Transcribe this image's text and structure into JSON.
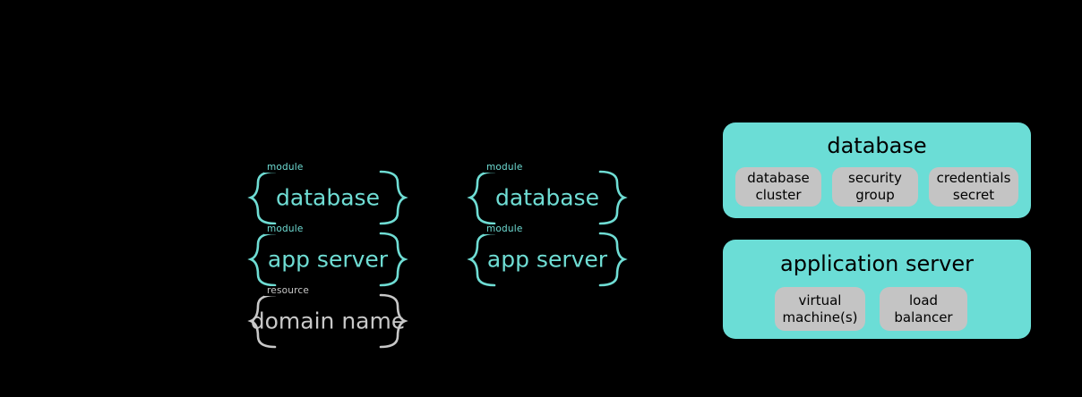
{
  "diagram": {
    "background_color": "#000000",
    "teal_color": "#6BDDD6",
    "teal_text_color": "#6FDDD4",
    "gray_color": "#C4C4C4",
    "gray_text_color": "#C8C8C8"
  },
  "left_column": {
    "items": [
      {
        "kind_label": "module",
        "title": "database",
        "color": "teal"
      },
      {
        "kind_label": "module",
        "title": "app server",
        "color": "teal"
      },
      {
        "kind_label": "resource",
        "title": "domain name",
        "color": "gray"
      }
    ]
  },
  "middle_column": {
    "items": [
      {
        "kind_label": "module",
        "title": "database",
        "color": "teal"
      },
      {
        "kind_label": "module",
        "title": "app server",
        "color": "teal"
      }
    ]
  },
  "right_column": {
    "panels": [
      {
        "title": "database",
        "chips": [
          {
            "label": "database\ncluster"
          },
          {
            "label": "security\ngroup"
          },
          {
            "label": "credentials\nsecret"
          }
        ]
      },
      {
        "title": "application server",
        "chips": [
          {
            "label": "virtual\nmachine(s)"
          },
          {
            "label": "load balancer"
          }
        ]
      }
    ]
  }
}
